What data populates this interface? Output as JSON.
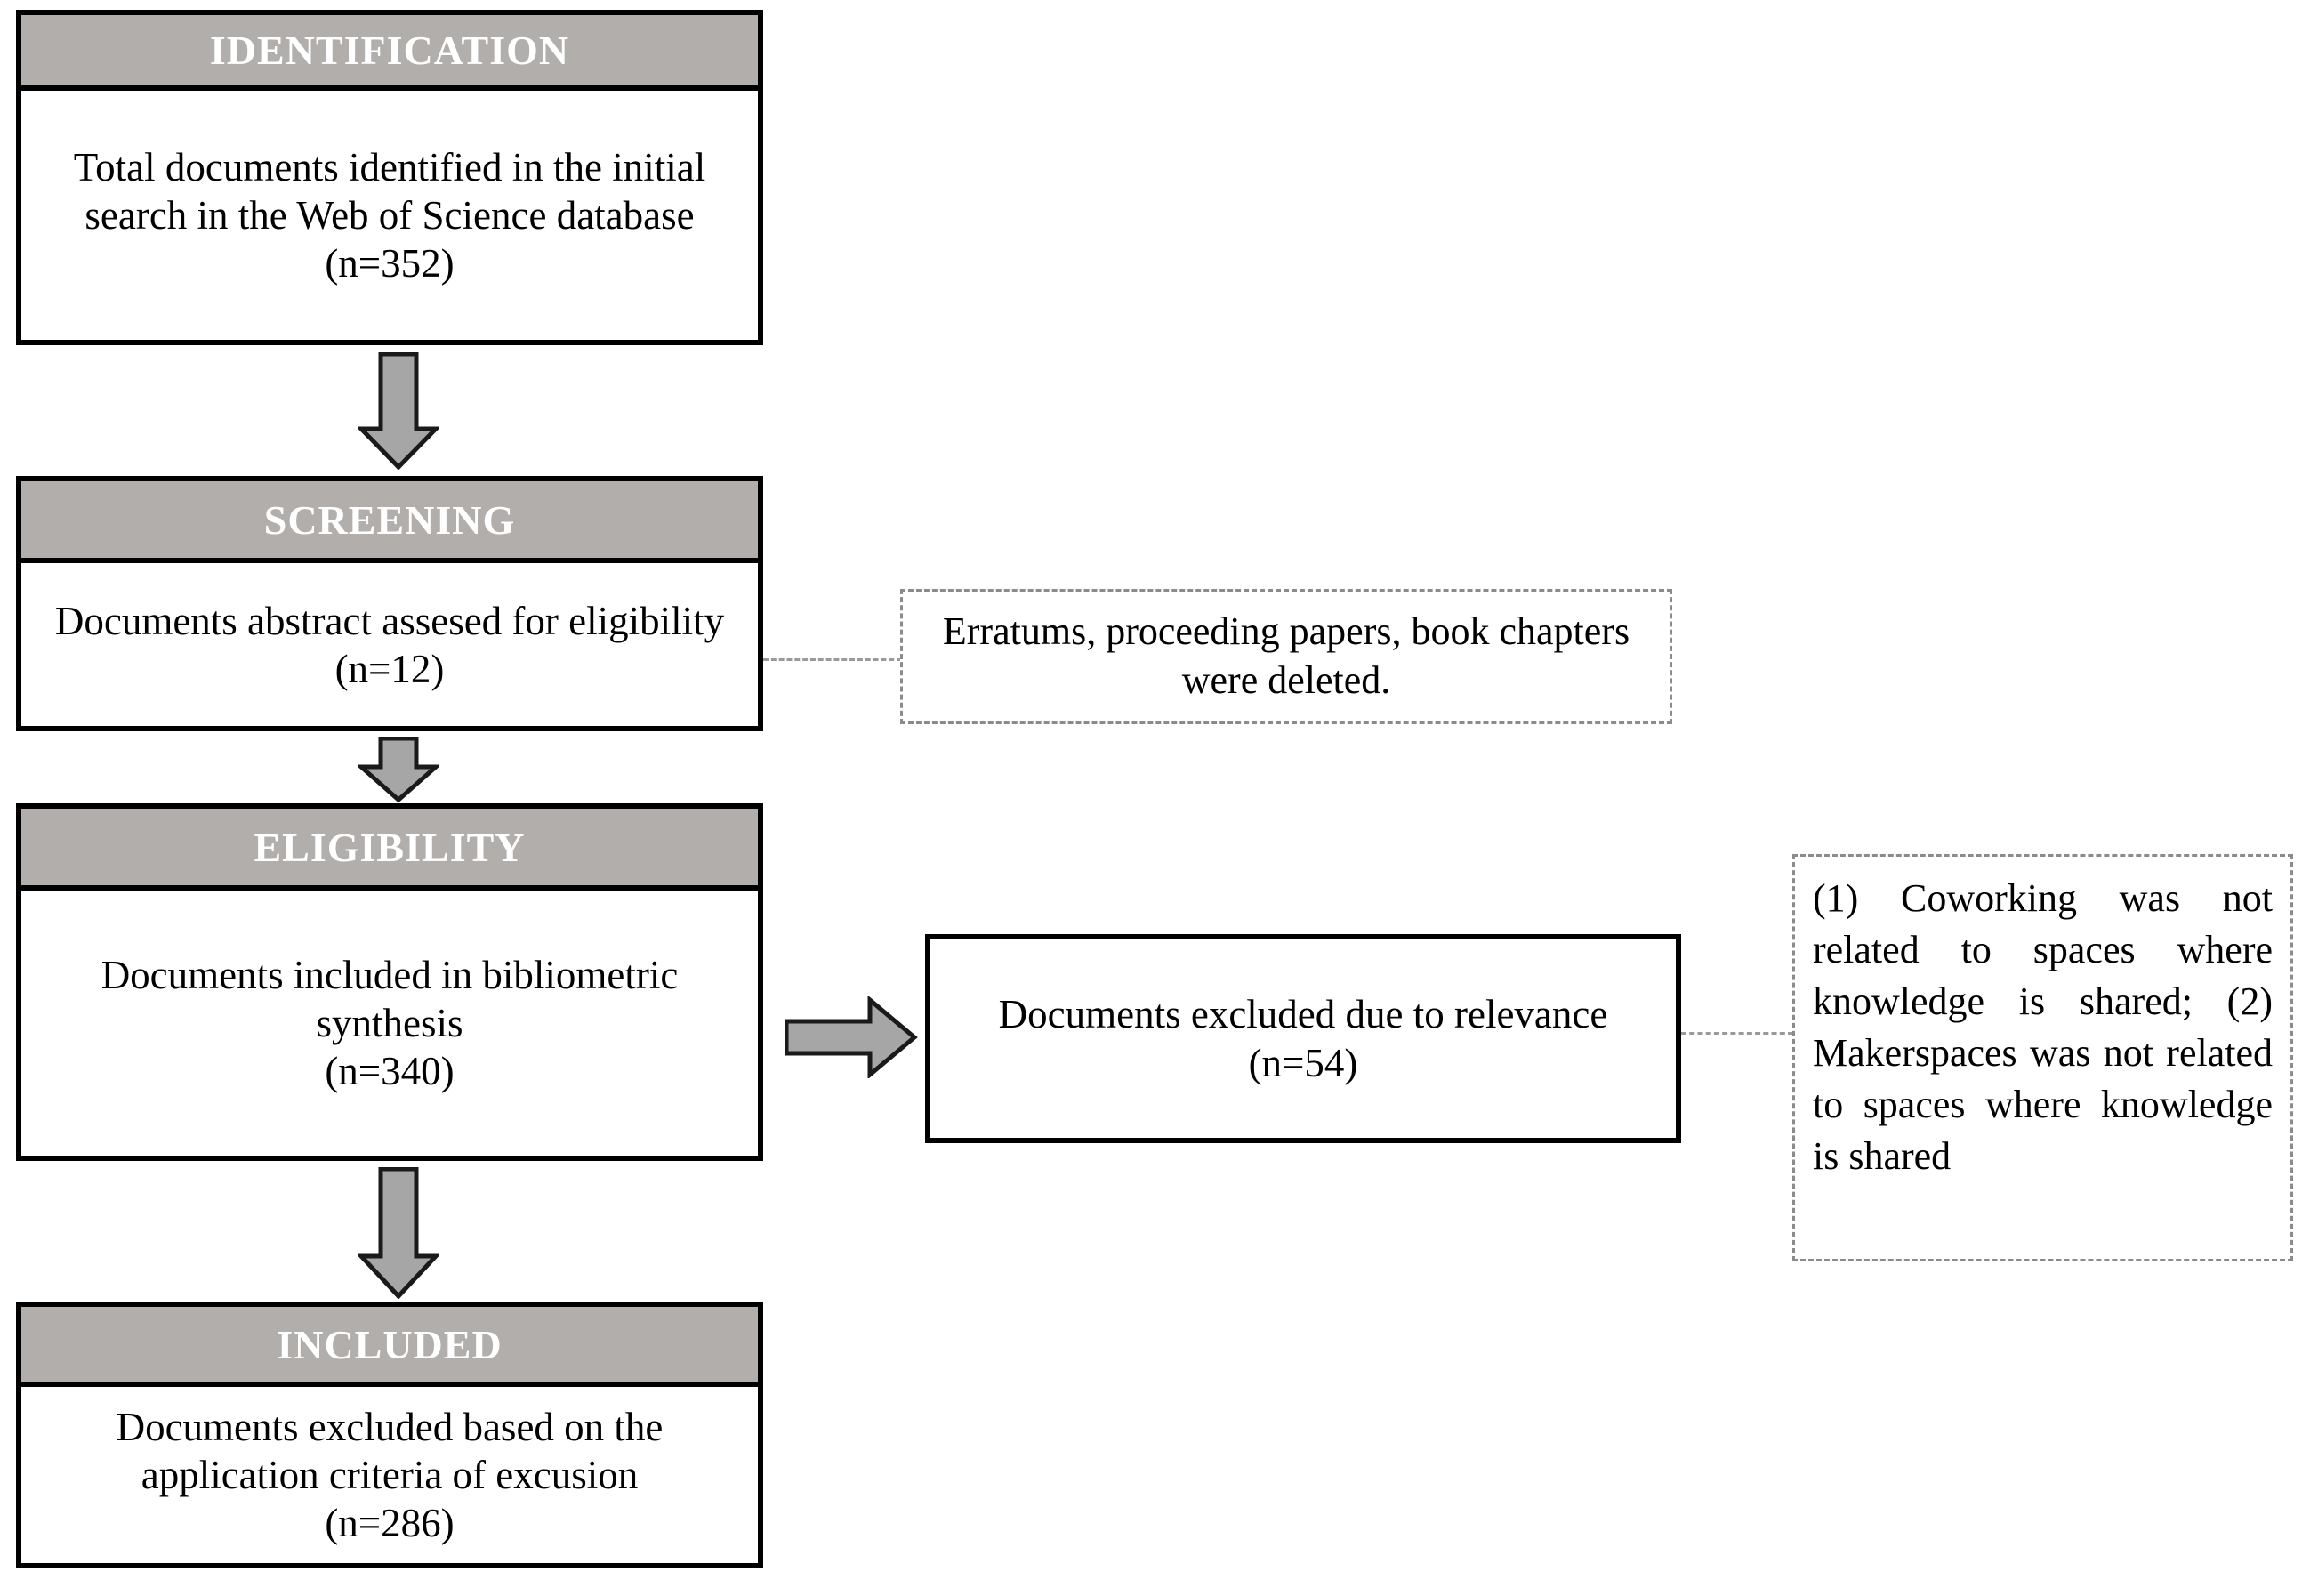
{
  "diagram": {
    "type": "prisma-flow-diagram",
    "colors": {
      "header_fill": "#b1aeac",
      "header_text": "#ffffff",
      "box_border": "#000000",
      "dashed_border": "#8b8b8b",
      "arrow_fill": "#a6a6a6",
      "background": "#ffffff"
    },
    "stages": [
      {
        "id": "identification",
        "header": "IDENTIFICATION",
        "body": "Total documents identified in the initial search in the Web of Science database\n(n=352)",
        "count_label": "(n=352)",
        "count": 352
      },
      {
        "id": "screening",
        "header": "SCREENING",
        "body": "Documents abstract assesed for eligibility\n(n=12)",
        "count_label": "(n=12)",
        "count": 12
      },
      {
        "id": "eligibility",
        "header": "ELIGIBILITY",
        "body": "Documents included in bibliometric synthesis\n(n=340)",
        "count_label": "(n=340)",
        "count": 340
      },
      {
        "id": "included",
        "header": "INCLUDED",
        "body": "Documents excluded based on the application criteria of excusion\n(n=286)",
        "count_label": "(n=286)",
        "count": 286
      }
    ],
    "side_boxes": [
      {
        "id": "excluded-relevance",
        "text": "Documents excluded due to relevance\n(n=54)",
        "count_label": "(n=54)",
        "count": 54
      }
    ],
    "notes": [
      {
        "id": "screening-note",
        "text": "Erratums, proceeding papers, book chapters were deleted."
      },
      {
        "id": "exclusion-criteria-note",
        "text": "(1) Coworking was not related to spaces where knowledge is shared; (2) Makerspaces was not related to spaces where knowledge is shared"
      }
    ],
    "arrows": [
      {
        "id": "arrow-identification-to-screening",
        "direction": "down"
      },
      {
        "id": "arrow-screening-to-eligibility",
        "direction": "down"
      },
      {
        "id": "arrow-eligibility-to-excluded",
        "direction": "right"
      },
      {
        "id": "arrow-eligibility-to-included",
        "direction": "down"
      }
    ],
    "connectors": [
      {
        "id": "connector-screening-note",
        "style": "dashed"
      },
      {
        "id": "connector-exclusion-note",
        "style": "dashed"
      }
    ]
  }
}
